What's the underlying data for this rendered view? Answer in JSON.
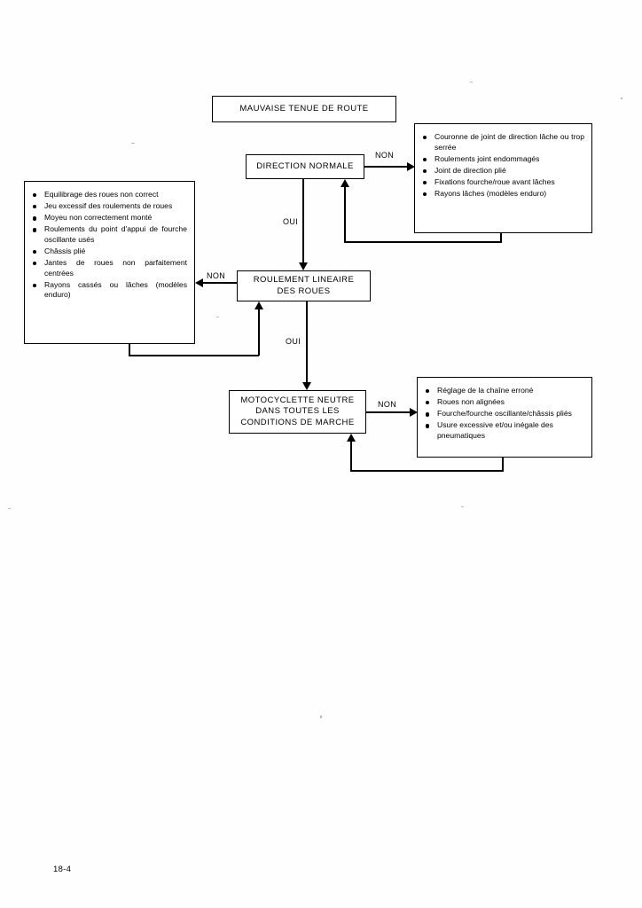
{
  "document": {
    "page_number": "18-4",
    "language": "fr"
  },
  "flowchart": {
    "type": "troubleshooting-flowchart",
    "title_node": {
      "id": "mauvaise-tenue-de-route",
      "label": "MAUVAISE TENUE DE ROUTE"
    },
    "decision_nodes": [
      {
        "id": "direction-normale",
        "label": "DIRECTION NORMALE",
        "yes_label": "OUI",
        "no_label": "NON"
      },
      {
        "id": "roulement-lineaire-des-roues",
        "label": "ROULEMENT LINEAIRE\nDES ROUES",
        "yes_label": "OUI",
        "no_label": "NON"
      },
      {
        "id": "motocyclette-neutre",
        "label": "MOTOCYCLETTE NEUTRE\nDANS TOUTES LES\nCONDITIONS DE MARCHE",
        "no_label": "NON"
      }
    ],
    "cause_lists": [
      {
        "id": "causes-direction",
        "linked_from": "direction-normale",
        "items": [
          "Couronne de joint de direction lâche ou trop serrée",
          "Roulements joint endommagés",
          "Joint de direction plié",
          "Fixations fourche/roue avant lâches",
          "Rayons lâches (modèles enduro)"
        ]
      },
      {
        "id": "causes-roulement",
        "linked_from": "roulement-lineaire-des-roues",
        "items": [
          "Equilibrage des roues non correct",
          "Jeu excessif des roulements de roues",
          "Moyeu non correctement monté",
          "Roulements du point d'appui de fourche oscillante usés",
          "Châssis plié",
          "Jantes de roues non parfaitement centrées",
          "Rayons cassés ou lâches (modèles enduro)"
        ]
      },
      {
        "id": "causes-motocyclette",
        "linked_from": "motocyclette-neutre",
        "items": [
          "Réglage de la chaîne erroné",
          "Roues non alignées",
          "Fourche/fourche oscillante/châssis pliés",
          "Usure excessive et/ou inégale des pneumatiques"
        ]
      }
    ],
    "edge_labels": {
      "no": "NON",
      "yes": "OUI"
    },
    "colors": {
      "ink": "#000000",
      "paper": "#ffffff"
    }
  }
}
